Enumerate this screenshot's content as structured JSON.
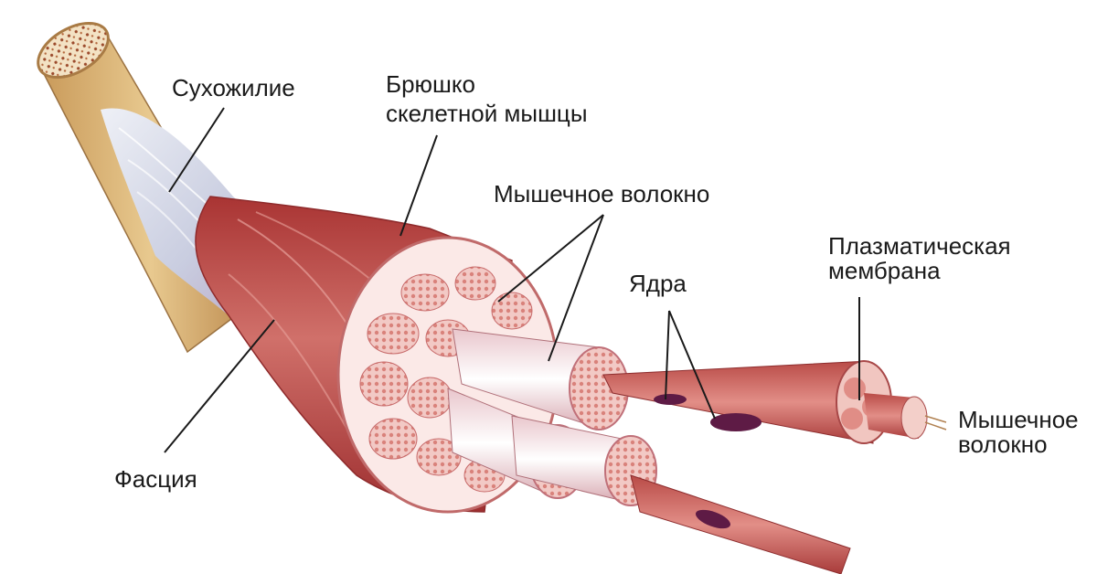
{
  "labels": {
    "tendon": "Сухожилие",
    "belly_line1": "Брюшко",
    "belly_line2": "скелетной мышцы",
    "muscle_fiber_top": "Мышечное волокно",
    "nuclei": "Ядра",
    "plasma_line1": "Плазматическая",
    "plasma_line2": "мембрана",
    "fiber_right_line1": "Мышечное",
    "fiber_right_line2": "волокно",
    "fascia": "Фасция"
  },
  "colors": {
    "muscle_dark": "#b8403f",
    "muscle_mid": "#cf6a66",
    "muscle_light": "#e8a7a0",
    "bone": "#d9b27a",
    "tendon": "#d8dbe6",
    "fascicle": "#f5d6d2",
    "nucleus": "#6b1f4e"
  }
}
